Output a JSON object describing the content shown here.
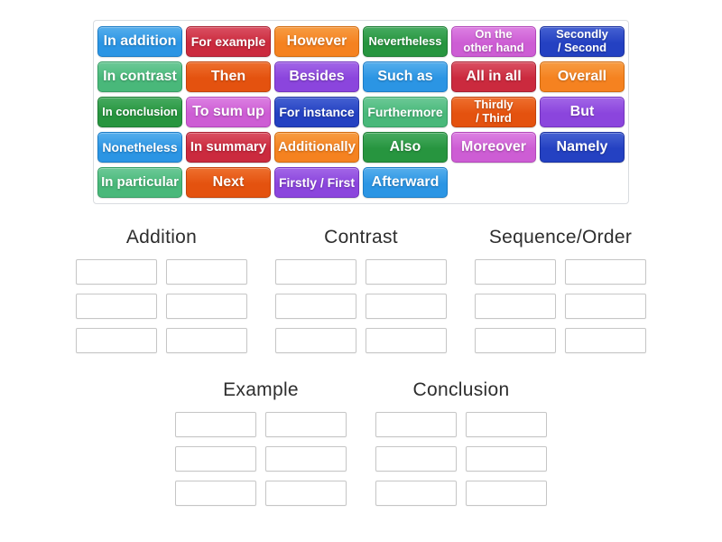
{
  "activity": {
    "type": "group-sort",
    "tray": {
      "chips": [
        {
          "label": "In addition",
          "color": "blue"
        },
        {
          "label": "For example",
          "color": "crimson"
        },
        {
          "label": "However",
          "color": "orange"
        },
        {
          "label": "Nevertheless",
          "color": "green"
        },
        {
          "label": "On the\nother hand",
          "color": "orchid"
        },
        {
          "label": "Secondly\n/ Second",
          "color": "royal"
        },
        {
          "label": "In contrast",
          "color": "seagreen"
        },
        {
          "label": "Then",
          "color": "orangered"
        },
        {
          "label": "Besides",
          "color": "purple"
        },
        {
          "label": "Such as",
          "color": "blue"
        },
        {
          "label": "All in all",
          "color": "crimson"
        },
        {
          "label": "Overall",
          "color": "orange"
        },
        {
          "label": "In conclusion",
          "color": "green"
        },
        {
          "label": "To sum up",
          "color": "orchid"
        },
        {
          "label": "For instance",
          "color": "royal"
        },
        {
          "label": "Furthermore",
          "color": "seagreen"
        },
        {
          "label": "Thirdly\n/ Third",
          "color": "orangered"
        },
        {
          "label": "But",
          "color": "purple"
        },
        {
          "label": "Nonetheless",
          "color": "blue"
        },
        {
          "label": "In summary",
          "color": "crimson"
        },
        {
          "label": "Additionally",
          "color": "orange"
        },
        {
          "label": "Also",
          "color": "green"
        },
        {
          "label": "Moreover",
          "color": "orchid"
        },
        {
          "label": "Namely",
          "color": "royal"
        },
        {
          "label": "In particular",
          "color": "seagreen"
        },
        {
          "label": "Next",
          "color": "orangered"
        },
        {
          "label": "Firstly / First",
          "color": "purple"
        },
        {
          "label": "Afterward",
          "color": "blue"
        }
      ]
    },
    "palette": {
      "blue": {
        "top": "#55aeec",
        "base": "#2b95e4",
        "edge": "#1b7cc6"
      },
      "crimson": {
        "top": "#da5062",
        "base": "#cb2a3e",
        "edge": "#a81f31"
      },
      "orange": {
        "top": "#f79c42",
        "base": "#f58220",
        "edge": "#d16a0e"
      },
      "green": {
        "top": "#46ab60",
        "base": "#27953f",
        "edge": "#1d7c33"
      },
      "orchid": {
        "top": "#dc80e2",
        "base": "#cd5dd4",
        "edge": "#b246b9"
      },
      "royal": {
        "top": "#4561d2",
        "base": "#2441c2",
        "edge": "#1a31a0"
      },
      "seagreen": {
        "top": "#6cc997",
        "base": "#49b87a",
        "edge": "#379e64"
      },
      "orangered": {
        "top": "#ee6f2e",
        "base": "#e4520f",
        "edge": "#c2430a"
      },
      "purple": {
        "top": "#a266e7",
        "base": "#8b45dd",
        "edge": "#7334bf"
      }
    },
    "groups": [
      {
        "label": "Addition",
        "slot_count": 6
      },
      {
        "label": "Contrast",
        "slot_count": 6
      },
      {
        "label": "Sequence/Order",
        "slot_count": 6
      },
      {
        "label": "Example",
        "slot_count": 6
      },
      {
        "label": "Conclusion",
        "slot_count": 6
      }
    ]
  }
}
